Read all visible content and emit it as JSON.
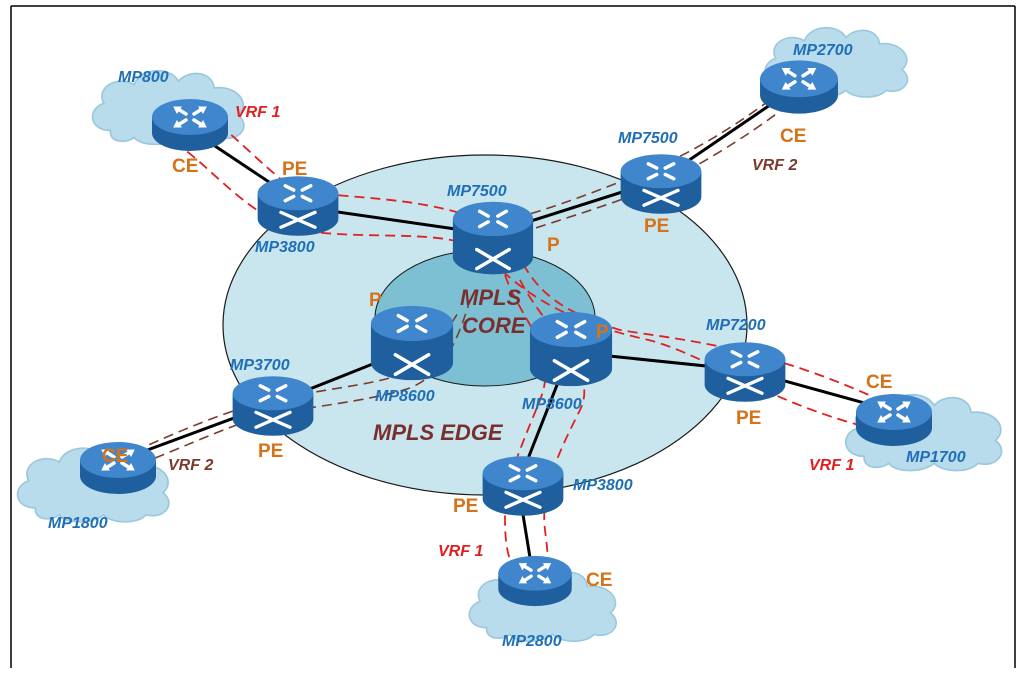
{
  "colors": {
    "device_name": "#1f6fb8",
    "role": "#d67218",
    "vrf1": "#e02020",
    "vrf2": "#7a3b2e",
    "zone": "#7a2f2f",
    "edge_ring": "#c9e6ee",
    "core_ring": "#7dc0d4",
    "cloud": "#b8dcec",
    "router_body": "#2c6fb5",
    "router_top": "#4f93d6"
  },
  "zones": {
    "core_line1": "MPLS",
    "core_line2": "CORE",
    "edge": "MPLS EDGE"
  },
  "devices": {
    "ce_tl": {
      "name": "MP800",
      "role": "CE"
    },
    "pe_tl": {
      "name": "MP3800",
      "role": "PE"
    },
    "p_top": {
      "name": "MP7500",
      "role": "P"
    },
    "pe_tr": {
      "name": "MP7500",
      "role": "PE"
    },
    "ce_tr": {
      "name": "MP2700",
      "role": "CE"
    },
    "p_left": {
      "name": "MP8600",
      "role": "P"
    },
    "p_right": {
      "name": "MP8600",
      "role": "P"
    },
    "pe_r": {
      "name": "MP7200",
      "role": "PE"
    },
    "ce_r": {
      "name": "MP1700",
      "role": "CE"
    },
    "pe_l": {
      "name": "MP3700",
      "role": "PE"
    },
    "ce_l": {
      "name": "MP1800",
      "role": "CE"
    },
    "pe_b": {
      "name": "MP3800",
      "role": "PE"
    },
    "ce_b": {
      "name": "MP2800",
      "role": "CE"
    }
  },
  "vrfs": {
    "tl": "VRF 1",
    "tr": "VRF 2",
    "r": "VRF 1",
    "l": "VRF 2",
    "b": "VRF 1"
  }
}
